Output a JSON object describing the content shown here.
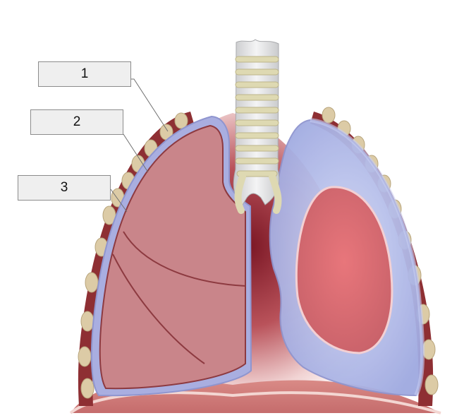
{
  "labels": [
    {
      "id": "1",
      "text": "1"
    },
    {
      "id": "2",
      "text": "2"
    },
    {
      "id": "3",
      "text": "3"
    }
  ],
  "colors": {
    "background": "#ffffff",
    "rib": "#dccba6",
    "intercostal": "#8e2f33",
    "pleura": "#a9aee0",
    "lung": "#c9858a",
    "lung_outline": "#8d3a40",
    "trachea": "#e3e4e6",
    "cartilage": "#ded9b2",
    "mediastinum": "#7a1624",
    "diaphragm": "#ce7c7a",
    "collapsed_lung": "#d96b72",
    "pneumothorax_air": "#b9c3ee",
    "label_box": "#efefef",
    "leader_line": "#707070"
  }
}
